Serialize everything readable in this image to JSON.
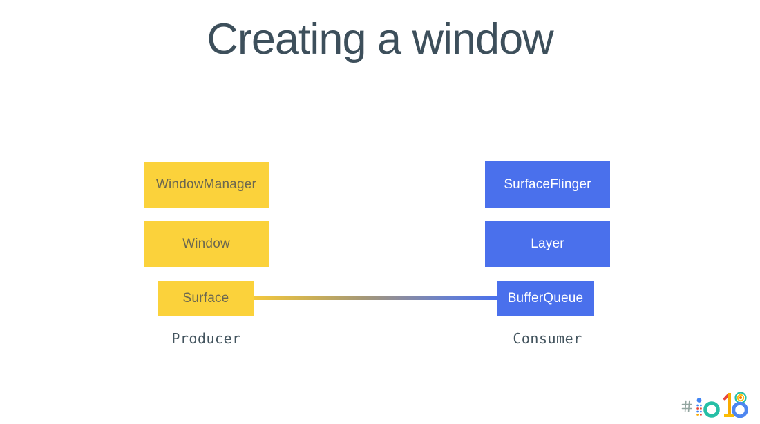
{
  "page": {
    "title": "Creating a window"
  },
  "colors": {
    "background": "#FFFFFF",
    "title_text": "#3D4F5B",
    "producer_box_fill": "#FBD23B",
    "producer_box_text": "#6B6750",
    "consumer_box_fill": "#4A70EC",
    "consumer_box_text": "#FFFFFF",
    "link_gradient_start": "#F3C83D",
    "link_gradient_end": "#4A70EC",
    "group_label_text": "#43545E"
  },
  "diagram": {
    "producer": {
      "group_label": "Producer",
      "boxes": [
        {
          "label": "WindowManager"
        },
        {
          "label": "Window"
        },
        {
          "label": "Surface"
        }
      ]
    },
    "consumer": {
      "group_label": "Consumer",
      "boxes": [
        {
          "label": "SurfaceFlinger"
        },
        {
          "label": "Layer"
        },
        {
          "label": "BufferQueue"
        }
      ]
    },
    "link": {
      "from": "Surface",
      "to": "BufferQueue"
    }
  },
  "footer": {
    "logo_text": "#io18"
  }
}
